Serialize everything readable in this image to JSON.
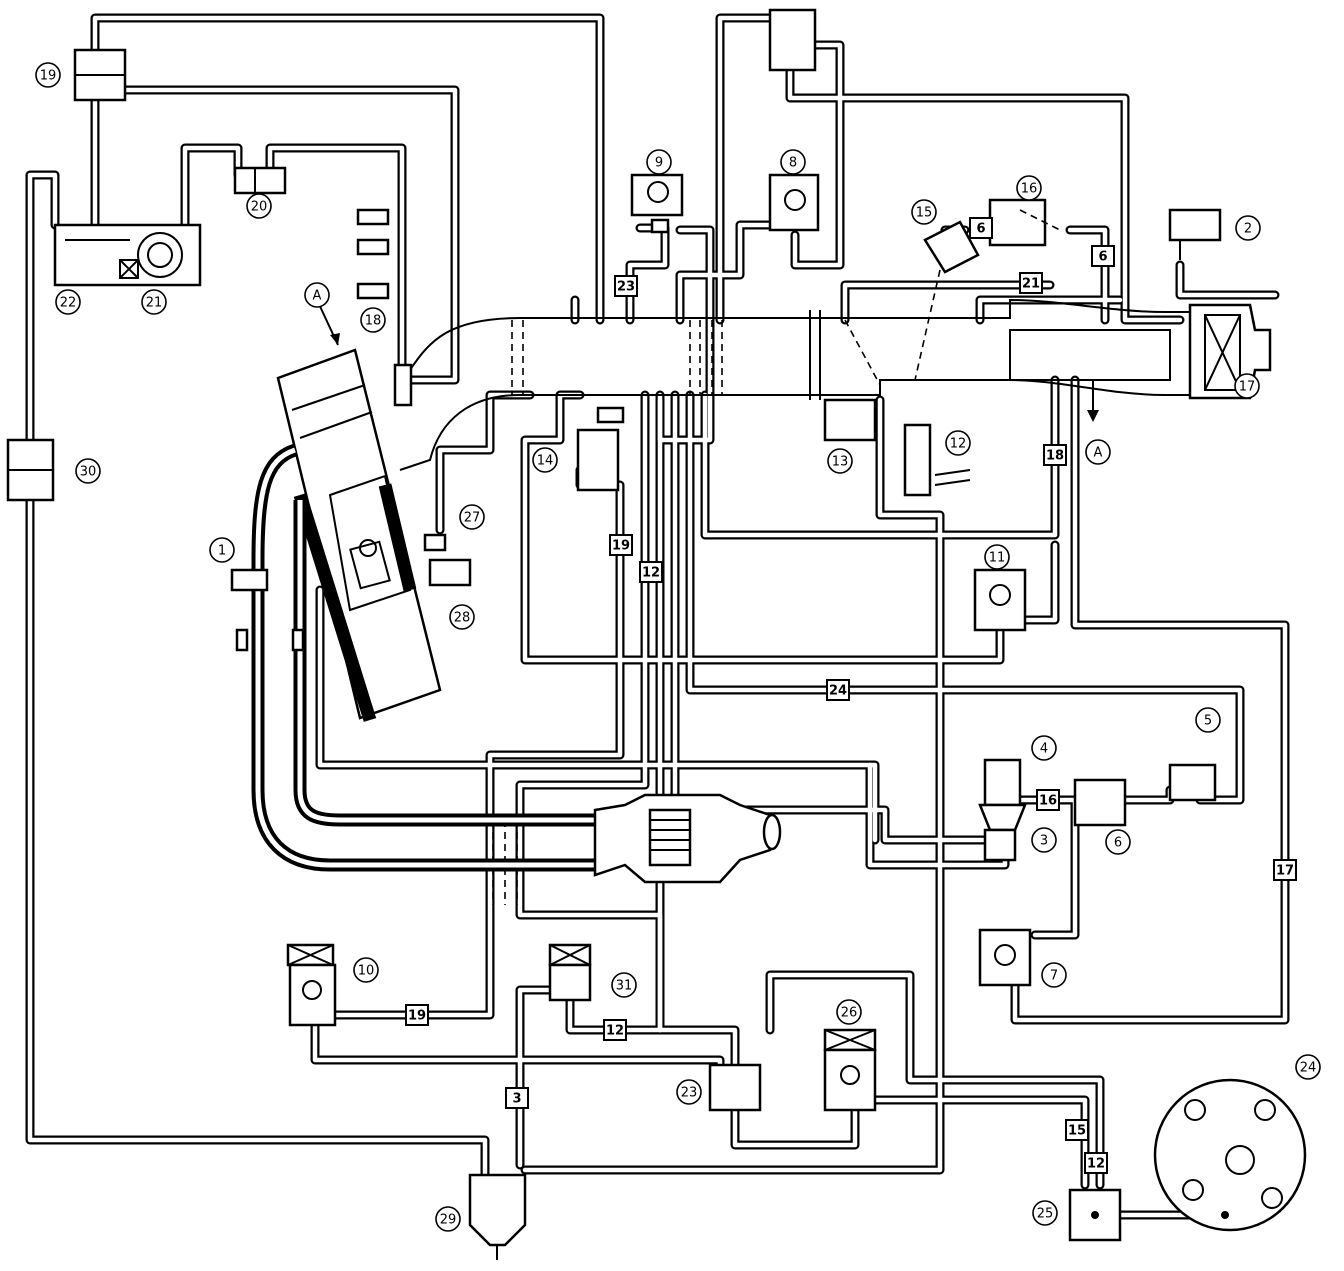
{
  "component_labels": [
    "1",
    "2",
    "3",
    "4",
    "5",
    "6",
    "7",
    "8",
    "9",
    "10",
    "11",
    "12",
    "13",
    "14",
    "15",
    "16",
    "17",
    "18",
    "19",
    "20",
    "21",
    "22",
    "23",
    "24",
    "25",
    "26",
    "27",
    "28",
    "29",
    "30",
    "31"
  ],
  "hose_tags": [
    "23",
    "6",
    "21",
    "6",
    "18",
    "19",
    "12",
    "24",
    "16",
    "17",
    "19",
    "12",
    "3",
    "15",
    "12"
  ],
  "point_markers": [
    "A",
    "A"
  ],
  "colors": {
    "line": "#000000",
    "background": "#ffffff"
  }
}
